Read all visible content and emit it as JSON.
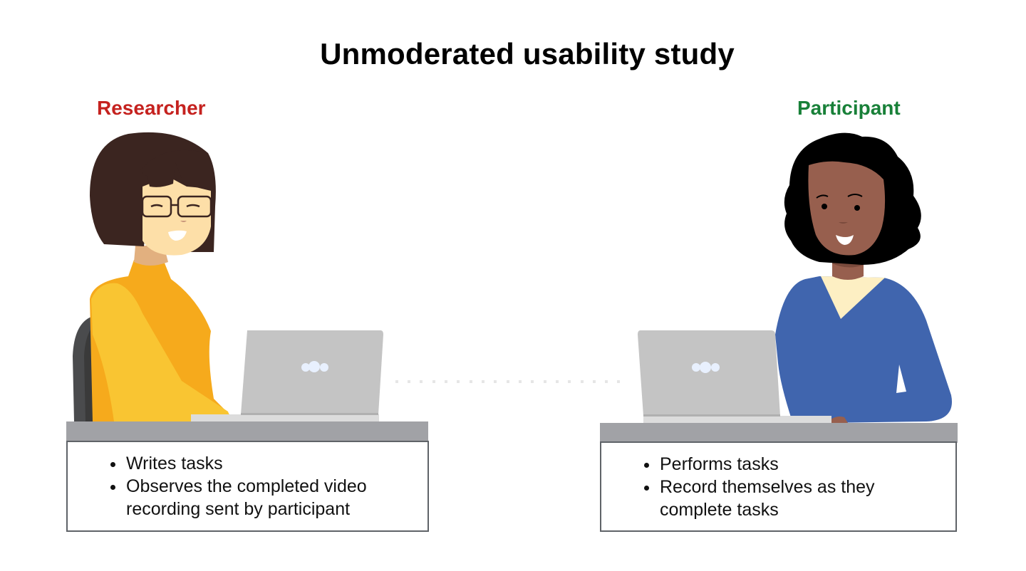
{
  "title": "Unmoderated usability study",
  "roles": {
    "researcher": {
      "label": "Researcher",
      "color": "#c5221f",
      "tasks": [
        "Writes tasks",
        "Observes the completed video recording sent by participant"
      ]
    },
    "participant": {
      "label": "Participant",
      "color": "#188038",
      "tasks": [
        "Performs tasks",
        "Record themselves as they complete tasks"
      ]
    }
  },
  "colors": {
    "desk": "#a1a2a6",
    "laptop": "#c4c4c4",
    "researcher_sweater": "#f6aa1c",
    "participant_sweater": "#4065ae",
    "connector_dots": "#e8e8e8"
  }
}
